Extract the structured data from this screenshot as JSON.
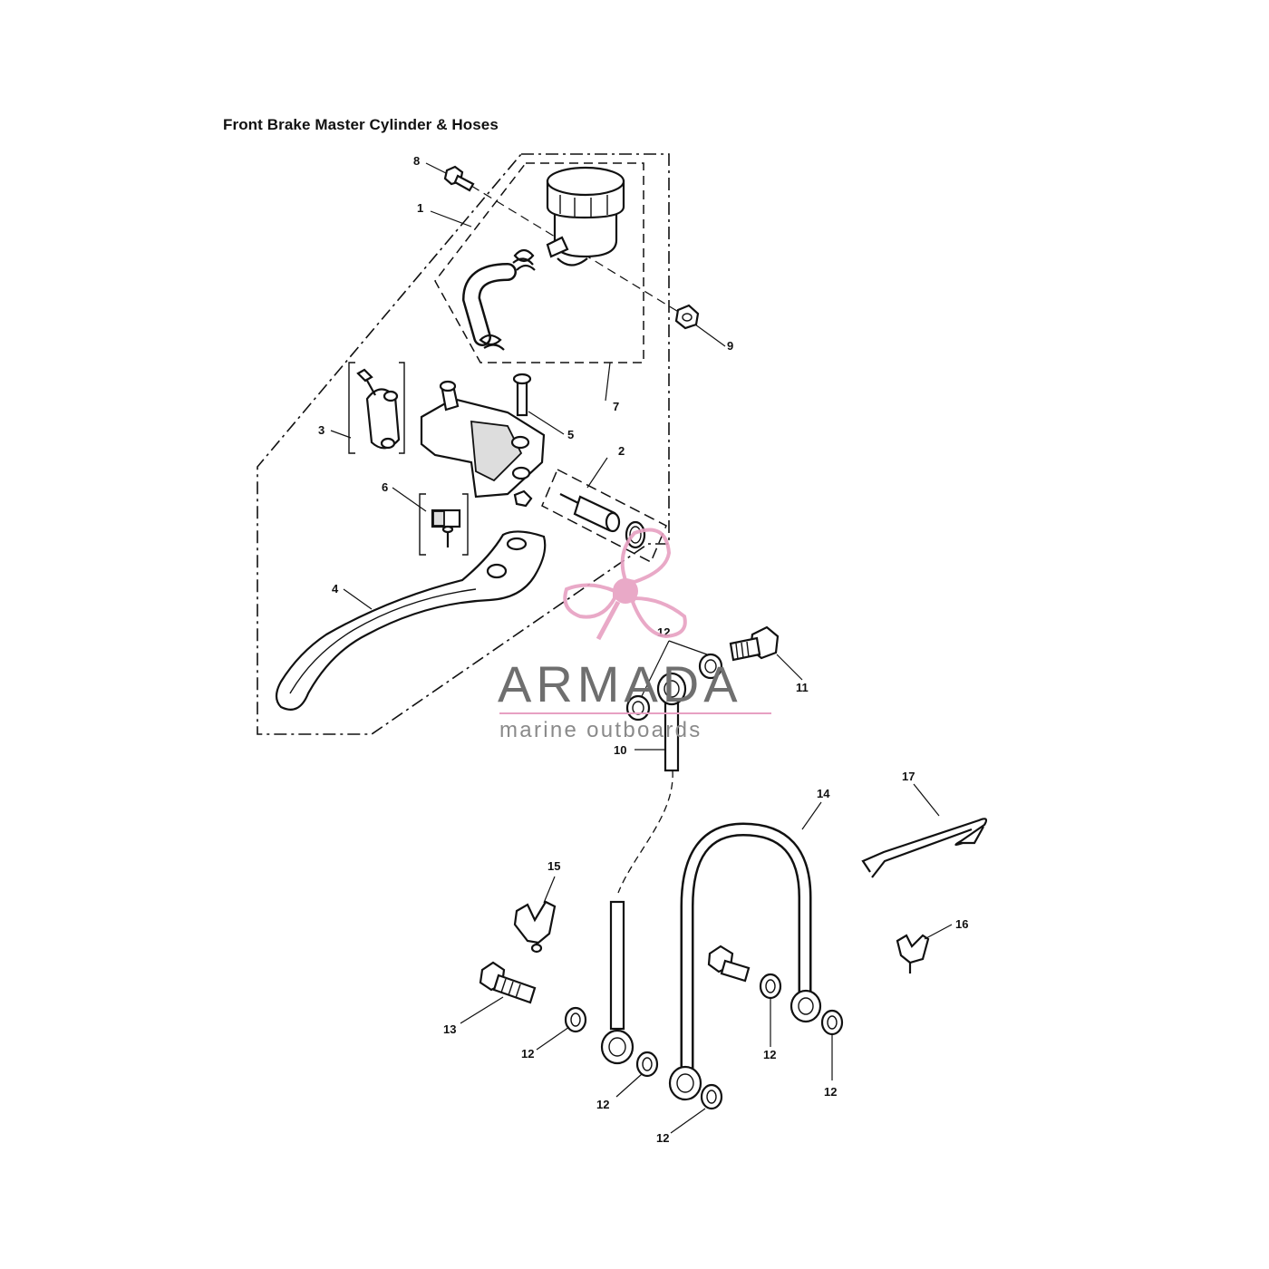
{
  "title": "Front Brake Master Cylinder & Hoses",
  "callouts": [
    "1",
    "2",
    "3",
    "4",
    "5",
    "6",
    "7",
    "8",
    "9",
    "10",
    "11",
    "12",
    "13",
    "14",
    "15",
    "16",
    "17"
  ],
  "watermark": {
    "name": "ARMADA",
    "tagline": "marine outboards",
    "colors": {
      "propeller": "#e7a0c2",
      "text": "#6f6f6f"
    }
  }
}
